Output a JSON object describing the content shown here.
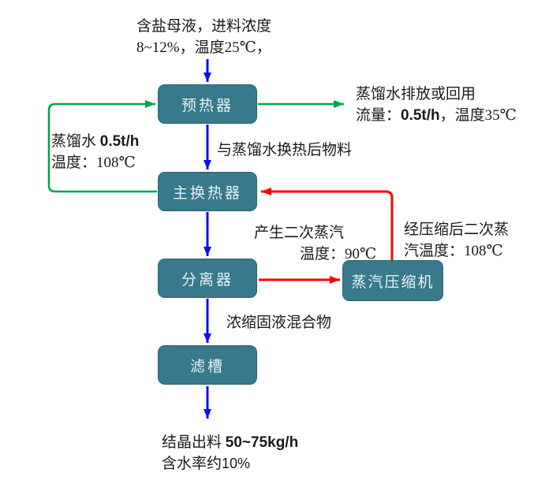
{
  "colors": {
    "background": "#ffffff",
    "text": "#1a1a1a",
    "box": "#38798b",
    "box_text": "#e9f1f3",
    "arrow_blue": "#0d0df2",
    "arrow_green": "#00a551",
    "arrow_red": "#fc0000"
  },
  "boxes": {
    "preheater": {
      "label": "预热器"
    },
    "main_heat_exchanger": {
      "label": "主换热器"
    },
    "separator": {
      "label": "分离器"
    },
    "vapor_compressor": {
      "label": "蒸汽压缩机"
    },
    "filter_tank": {
      "label": "滤槽"
    }
  },
  "labels": {
    "feed": {
      "line1": "含盐母液，进料浓度",
      "line2": "8~12%，温度25℃，"
    },
    "distillate_out": {
      "line1": "蒸馏水排放或回用",
      "line2_prefix": "流量：",
      "line2_value": "0.5t/h",
      "line2_suffix": "，温度35℃"
    },
    "distilled_water_loop": {
      "line1_prefix": "蒸馏水 ",
      "line1_value": "0.5t/h",
      "line2": "温度：108℃"
    },
    "after_exchange": {
      "text": "与蒸馏水换热后物料"
    },
    "secondary_steam": {
      "line1": "产生二次蒸汽",
      "line2": "温度：90℃"
    },
    "compressed_steam": {
      "line1": "经压缩后二次蒸",
      "line2": "汽温度：108℃"
    },
    "concentrate": {
      "text": "浓缩固液混合物"
    },
    "crystal_out": {
      "line1_prefix": "结晶出料 ",
      "line1_value": "50~75kg/h",
      "line2_prefix": "含水率约",
      "line2_value": "10%"
    }
  },
  "arrows": [
    {
      "name": "feed-to-preheater",
      "color": "blue"
    },
    {
      "name": "main-exchanger-to-preheater-distilled-water-loop",
      "color": "green"
    },
    {
      "name": "preheater-to-distillate-out",
      "color": "green"
    },
    {
      "name": "preheater-to-main-exchanger",
      "color": "blue"
    },
    {
      "name": "compressor-to-main-exchanger",
      "color": "red"
    },
    {
      "name": "main-exchanger-to-separator",
      "color": "blue"
    },
    {
      "name": "separator-to-compressor",
      "color": "red"
    },
    {
      "name": "separator-to-filter-tank",
      "color": "blue"
    },
    {
      "name": "filter-tank-to-crystal-out",
      "color": "blue"
    }
  ]
}
